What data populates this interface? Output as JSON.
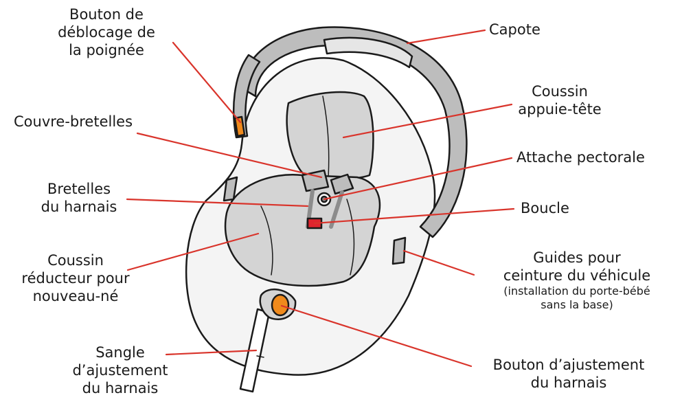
{
  "colors": {
    "leader": "#d9342b",
    "outline": "#1a1a1a",
    "handle": "#bdbdbd",
    "pad": "#d4d4d4",
    "shell": "#f4f4f4",
    "buckle": "#e0242e",
    "button": "#f08a1c"
  },
  "labels": {
    "release_button": [
      "Bouton de",
      "déblocage de",
      "la poignée"
    ],
    "canopy": [
      "Capote"
    ],
    "head_pillow": [
      "Coussin",
      "appuie-tête"
    ],
    "strap_covers": [
      "Couvre-bretelles"
    ],
    "chest_clip": [
      "Attache pectorale"
    ],
    "harness_straps": [
      "Bretelles",
      "du harnais"
    ],
    "buckle": [
      "Boucle"
    ],
    "newborn_insert": [
      "Coussin",
      "réducteur pour",
      "nouveau-né"
    ],
    "belt_guides": [
      "Guides pour",
      "ceinture du véhicule"
    ],
    "belt_guides_note": [
      "(installation du porte-bébé",
      "sans la base)"
    ],
    "adjust_strap": [
      "Sangle",
      "d’ajustement",
      "du harnais"
    ],
    "adjust_button": [
      "Bouton d’ajustement",
      "du harnais"
    ]
  }
}
